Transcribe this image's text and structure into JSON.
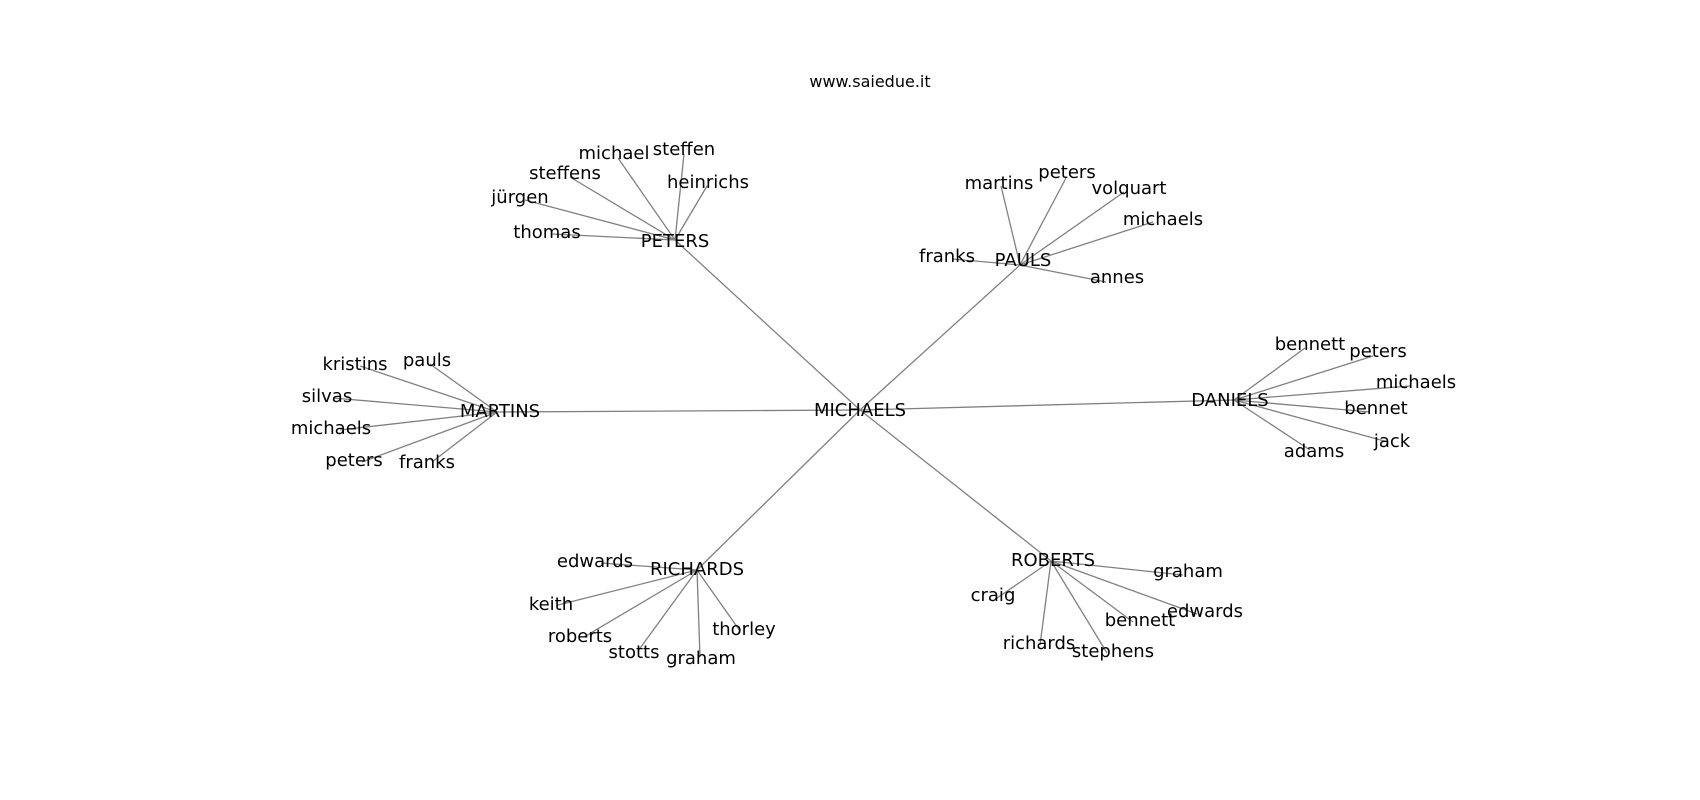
{
  "watermark": "www.saiedue.it",
  "colors": {
    "edge": "#808080",
    "text": "#000000",
    "background": "#ffffff"
  },
  "graph": {
    "root": "MICHAELS",
    "groups": [
      {
        "name": "PETERS",
        "leaves": [
          "michael",
          "steffen",
          "steffens",
          "heinrichs",
          "jürgen",
          "thomas"
        ]
      },
      {
        "name": "PAULS",
        "leaves": [
          "martins",
          "peters",
          "volquart",
          "michaels",
          "franks",
          "annes"
        ]
      },
      {
        "name": "MARTINS",
        "leaves": [
          "kristins",
          "pauls",
          "silvas",
          "michaels",
          "peters",
          "franks"
        ]
      },
      {
        "name": "DANIELS",
        "leaves": [
          "bennett",
          "peters",
          "michaels",
          "bennet",
          "adams",
          "jack"
        ]
      },
      {
        "name": "RICHARDS",
        "leaves": [
          "edwards",
          "keith",
          "roberts",
          "stotts",
          "graham",
          "thorley"
        ]
      },
      {
        "name": "ROBERTS",
        "leaves": [
          "craig",
          "graham",
          "edwards",
          "bennett",
          "richards",
          "stephens"
        ]
      }
    ]
  }
}
